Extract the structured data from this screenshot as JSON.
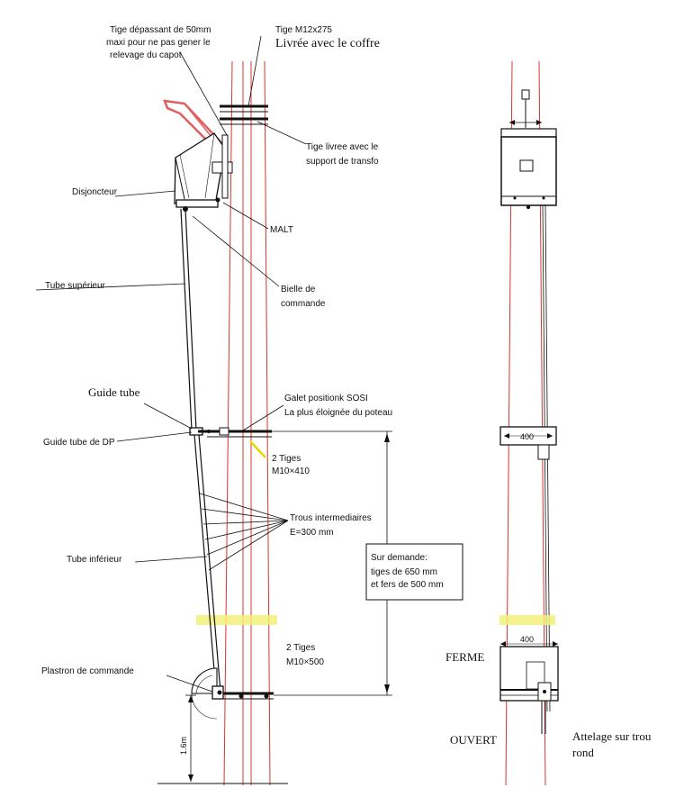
{
  "labels": {
    "tige_depassant_1": "Tige dépassant de 50mm",
    "tige_depassant_2": "maxi pour ne pas gener le",
    "tige_depassant_3": "relevage du capot",
    "tige_m12_1": "Tige M12x275",
    "tige_m12_2": "Livrée avec le coffre",
    "tige_livree_1": "Tige livree avec le",
    "tige_livree_2": "support de transfo",
    "disjoncteur": "Disjoncteur",
    "malt": "MALT",
    "tube_superieur": "Tube supérieur",
    "bielle_1": "Bielle de",
    "bielle_2": "commande",
    "guide_tube": "Guide tube",
    "galet_1": "Galet positionk SOSI",
    "galet_2": "La plus éloignée du poteau",
    "guide_tube_dp": "Guide tube de DP",
    "deux_tiges_a_1": "2 Tiges",
    "deux_tiges_a_2": "M10×410",
    "trous_1": "Trous intermediaires",
    "trous_2": "E=300 mm",
    "sur_demande_1": "Sur demande:",
    "sur_demande_2": "tiges de 650 mm",
    "sur_demande_3": "et fers de 500 mm",
    "tube_inferieur": "Tube inférieur",
    "deux_tiges_b_1": "2 Tiges",
    "deux_tiges_b_2": "M10×500",
    "plastron": "Plastron de commande",
    "dim_height": "1.6m",
    "ferme": "FERME",
    "ouvert": "OUVERT",
    "attelage_1": "Attelage sur trou",
    "attelage_2": "rond",
    "dim_400_a": "400",
    "dim_400_b": "400"
  },
  "colors": {
    "pole": "#d9342b",
    "handle": "#e06060",
    "highlight": "#f2f07a",
    "ink": "#111111",
    "pointer": "#f0d200"
  }
}
